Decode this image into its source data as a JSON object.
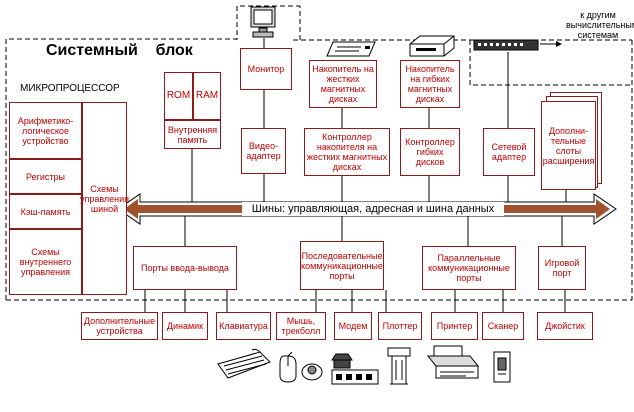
{
  "title": "Системный    блок",
  "microprocessor": {
    "label": "МИКРОПРОЦЕССОР",
    "alu": "Арифметико-логическое устройство",
    "registers": "Регистры",
    "cache": "Кэш-память",
    "internal_control": "Схемы внутреннего управления",
    "bus_control": "Схемы управления шиной"
  },
  "memory": {
    "rom": "ROM",
    "ram": "RAM",
    "label": "Внутренняя память"
  },
  "monitor": "Монитор",
  "video_adapter": "Видео-адаптер",
  "hdd": "Накопитель на жестких магнитных дисках",
  "hdd_controller": "Контроллер накопителя на жестких магнитных дисках",
  "fdd": "Накопитель на гибких магнитных дисках",
  "fdd_controller": "Контроллер гибких дисков",
  "network_adapter": "Сетевой адаптер",
  "other_systems": "к другим вычислительным системам",
  "expansion_slots": "Дополни-тельные слоты расширения",
  "bus": "Шины: управляющая, адресная и шина данных",
  "io_ports": "Порты ввода-вывода",
  "serial_ports": "Последовательные коммуникационные порты",
  "parallel_ports": "Параллельные коммуникационные порты",
  "game_port": "Игровой порт",
  "devices": {
    "extra": "Дополнительные устройства",
    "speaker": "Динамик",
    "keyboard": "Клавиатура",
    "mouse": "Мышь, трекболл",
    "modem": "Модем",
    "plotter": "Плоттер",
    "printer": "Принтер",
    "scanner": "Сканер",
    "joystick": "Джойстик"
  },
  "icons": [
    "monitor-icon",
    "hdd-icon",
    "floppy-drive-icon",
    "network-hub-icon",
    "keyboard-icon",
    "mouse-icon",
    "modem-icon",
    "plotter-icon",
    "printer-icon",
    "scanner-icon",
    "joystick-icon"
  ],
  "colors": {
    "box_text": "#c00000",
    "box_border": "#8b1a1a",
    "bus_fill": "#8b4513",
    "lines": "#000000"
  }
}
